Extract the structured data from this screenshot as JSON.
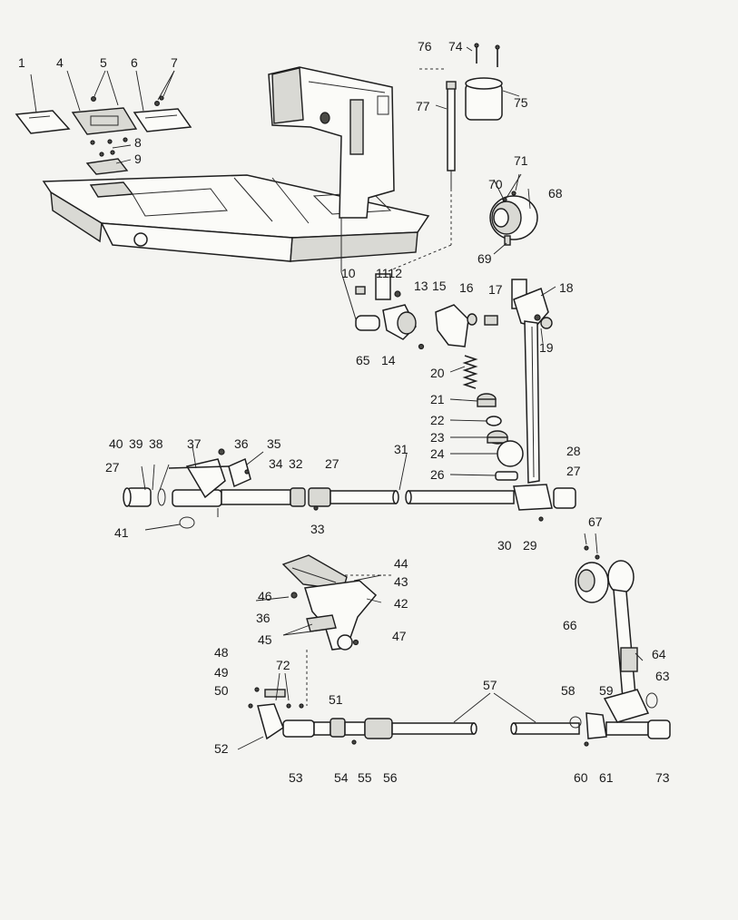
{
  "diagram": {
    "labels": [
      {
        "id": "1",
        "text": "1"
      },
      {
        "id": "4",
        "text": "4"
      },
      {
        "id": "5",
        "text": "5"
      },
      {
        "id": "6",
        "text": "6"
      },
      {
        "id": "7",
        "text": "7"
      },
      {
        "id": "8",
        "text": "8"
      },
      {
        "id": "9",
        "text": "9"
      },
      {
        "id": "10",
        "text": "10"
      },
      {
        "id": "1112",
        "text": "1112"
      },
      {
        "id": "13",
        "text": "13"
      },
      {
        "id": "15",
        "text": "15"
      },
      {
        "id": "16",
        "text": "16"
      },
      {
        "id": "17",
        "text": "17"
      },
      {
        "id": "18",
        "text": "18"
      },
      {
        "id": "19",
        "text": "19"
      },
      {
        "id": "14",
        "text": "14"
      },
      {
        "id": "65",
        "text": "65"
      },
      {
        "id": "20",
        "text": "20"
      },
      {
        "id": "21",
        "text": "21"
      },
      {
        "id": "22",
        "text": "22"
      },
      {
        "id": "23",
        "text": "23"
      },
      {
        "id": "24",
        "text": "24"
      },
      {
        "id": "26",
        "text": "26"
      },
      {
        "id": "28",
        "text": "28"
      },
      {
        "id": "27c",
        "text": "27"
      },
      {
        "id": "27b",
        "text": "27"
      },
      {
        "id": "27a",
        "text": "27"
      },
      {
        "id": "29",
        "text": "29"
      },
      {
        "id": "30",
        "text": "30"
      },
      {
        "id": "31",
        "text": "31"
      },
      {
        "id": "32",
        "text": "32"
      },
      {
        "id": "33",
        "text": "33"
      },
      {
        "id": "34",
        "text": "34"
      },
      {
        "id": "35",
        "text": "35"
      },
      {
        "id": "36a",
        "text": "36"
      },
      {
        "id": "37",
        "text": "37"
      },
      {
        "id": "38",
        "text": "38"
      },
      {
        "id": "39",
        "text": "39"
      },
      {
        "id": "40",
        "text": "40"
      },
      {
        "id": "41",
        "text": "41"
      },
      {
        "id": "68",
        "text": "68"
      },
      {
        "id": "70",
        "text": "70"
      },
      {
        "id": "71",
        "text": "71"
      },
      {
        "id": "69",
        "text": "69"
      },
      {
        "id": "74",
        "text": "74"
      },
      {
        "id": "75",
        "text": "75"
      },
      {
        "id": "76",
        "text": "76"
      },
      {
        "id": "77",
        "text": "77"
      },
      {
        "id": "44",
        "text": "44"
      },
      {
        "id": "43",
        "text": "43"
      },
      {
        "id": "42",
        "text": "42"
      },
      {
        "id": "46",
        "text": "46"
      },
      {
        "id": "36b",
        "text": "36"
      },
      {
        "id": "45",
        "text": "45"
      },
      {
        "id": "47",
        "text": "47"
      },
      {
        "id": "48",
        "text": "48"
      },
      {
        "id": "72",
        "text": "72"
      },
      {
        "id": "49",
        "text": "49"
      },
      {
        "id": "50",
        "text": "50"
      },
      {
        "id": "51",
        "text": "51"
      },
      {
        "id": "52",
        "text": "52"
      },
      {
        "id": "53",
        "text": "53"
      },
      {
        "id": "54",
        "text": "54"
      },
      {
        "id": "55",
        "text": "55"
      },
      {
        "id": "56",
        "text": "56"
      },
      {
        "id": "57",
        "text": "57"
      },
      {
        "id": "58",
        "text": "58"
      },
      {
        "id": "59",
        "text": "59"
      },
      {
        "id": "60",
        "text": "60"
      },
      {
        "id": "61",
        "text": "61"
      },
      {
        "id": "73",
        "text": "73"
      },
      {
        "id": "64",
        "text": "64"
      },
      {
        "id": "63",
        "text": "63"
      },
      {
        "id": "66",
        "text": "66"
      },
      {
        "id": "67",
        "text": "67"
      }
    ]
  }
}
